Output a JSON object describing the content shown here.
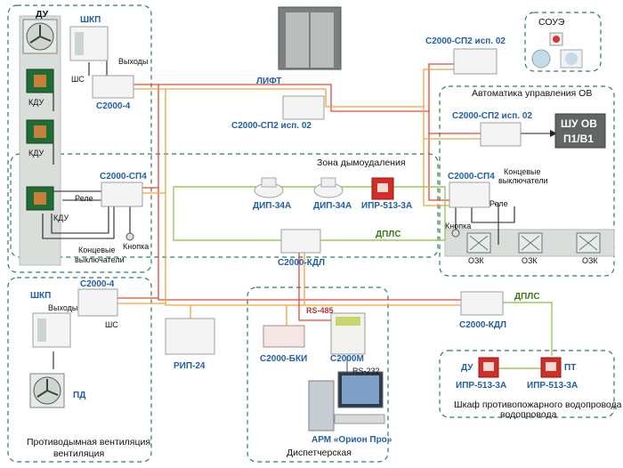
{
  "zones": {
    "du_title": "ДУ",
    "smoke_zone": "Зона дымоудаления",
    "ov_automation": "Автоматика управления ОВ",
    "soue": "СОУЭ",
    "ventilation": "Противодымная вентиляция",
    "dispatch": "Диспетчерская",
    "hydrant": "Шкаф противопожарного водопровода"
  },
  "devices": {
    "shkp_top": "ШКП",
    "shs_top": "ШС",
    "outputs_top": "Выходы",
    "s2000_4_top": "С2000-4",
    "kdu1": "КДУ",
    "kdu2": "КДУ",
    "kdu3": "КДУ",
    "rele_left": "Реле",
    "s2000_sp4_left": "С2000-СП4",
    "knopka_left": "Кнопка",
    "limit_left": "Концевые выключатели",
    "lift": "ЛИФТ",
    "s2000_sp2_lift": "С2000-СП2 исп. 02",
    "dip1": "ДИП-34А",
    "dip2": "ДИП-34А",
    "ipr_mid": "ИПР-513-3А",
    "dpls_mid": "ДПЛС",
    "s2000_kdl_mid": "С2000-КДЛ",
    "s2000_sp2_top": "С2000-СП2 исп. 02",
    "s2000_sp2_ov": "С2000-СП2 исп. 02",
    "shu_ov": "ШУ ОВ",
    "p1v1": "П1/В1",
    "s2000_sp4_right": "С2000-СП4",
    "limit_right": "Концевые выключатели",
    "rele_right": "Реле",
    "knopka_right": "Кнопка",
    "ozk1": "ОЗК",
    "ozk2": "ОЗК",
    "ozk3": "ОЗК",
    "shkp_bottom": "ШКП",
    "outputs_bottom": "Выходы",
    "shs_bottom": "ШС",
    "s2000_4_bottom": "С2000-4",
    "pd": "ПД",
    "rip": "РИП-24",
    "rs485": "RS-485",
    "s2000_bki": "С2000-БКИ",
    "s2000m": "С2000М",
    "rs232": "RS-232",
    "arm": "АРМ «Орион Про»",
    "s2000_kdl_right": "С2000-КДЛ",
    "dpls_right": "ДПЛС",
    "du_label": "ДУ",
    "pt_label": "ПТ",
    "ipr_right1": "ИПР-513-3А",
    "ipr_right2": "ИПР-513-3А"
  },
  "icons": {
    "fan": "fan-icon",
    "damper": "damper-icon",
    "speaker": "speaker-icon",
    "computer": "computer-icon"
  },
  "colors": {
    "rs485_line": "#e8463a",
    "power_line": "#f2a23a",
    "dpls_line": "#9bc95a",
    "zone_border": "#2f7d4f",
    "label_blue": "#1f5fa8"
  }
}
